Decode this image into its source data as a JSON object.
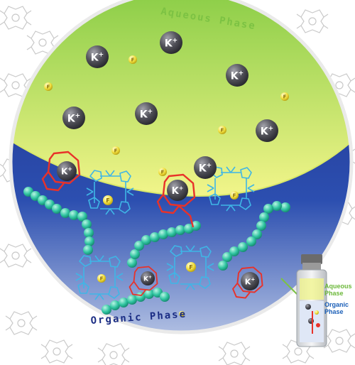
{
  "labels": {
    "aqueous_phase": "Aqueous Phase",
    "organic_phase": "Organic Phase",
    "vial_aqueous_line1": "Aqueous",
    "vial_aqueous_line2": "Phase",
    "vial_organic_line1": "Organic",
    "vial_organic_line2": "Phase"
  },
  "ions": {
    "potassium": "K",
    "fluoride": "F",
    "charge": "+"
  },
  "colors": {
    "aqueous_top": "#8fcf4a",
    "aqueous_bottom": "#f2f58a",
    "organic_top": "#1f2f8a",
    "organic_bottom": "#cfd9ee",
    "crown_ether": "#e8322a",
    "calixpyrrole": "#3fb6e6",
    "polymer_bead": "#2fc4a0",
    "potassium_sphere": "#4a4a52",
    "fluoride_sphere": "#f0e04a",
    "aqueous_text": "#7cc243",
    "organic_text": "#1b2d84"
  },
  "icons": {
    "background_pattern": "calixpyrrole-outline-icon",
    "vial": "sample-vial-icon"
  }
}
